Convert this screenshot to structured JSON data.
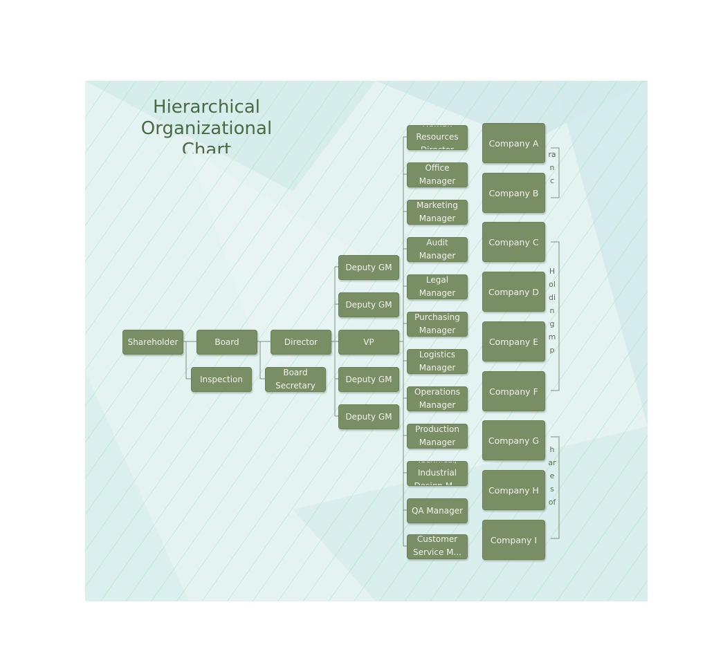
{
  "title": [
    "Hierarchical",
    "Organizational",
    "Chart"
  ],
  "colors": {
    "node_fill": "#7a8e65",
    "node_text": "#f3f5ee",
    "connector": "#7f8f78",
    "background": "#e4f2f2",
    "hatch": "#9be6b4",
    "title": "#4a6a45"
  },
  "nodes": {
    "shareholder": "Shareholder",
    "board": "Board",
    "inspection": "Inspection",
    "director": "Director",
    "board_secretary": "Board Secretary",
    "deputy_gm_1": "Deputy GM",
    "deputy_gm_2": "Deputy GM",
    "vp": "VP",
    "deputy_gm_3": "Deputy GM",
    "deputy_gm_4": "Deputy GM"
  },
  "managers": [
    "Human Resources Director",
    "Office Manager",
    "Marketing Manager",
    "Audit Manager",
    "Legal Manager",
    "Purchasing Manager",
    "Logistics Manager",
    "Operations Manager",
    "Production Manager",
    "Technical/ Industrial Design M...",
    "QA Manager",
    "Customer Service M..."
  ],
  "companies": [
    "Company A",
    "Company B",
    "Company C",
    "Company D",
    "Company E",
    "Company F",
    "Company G",
    "Company H",
    "Company I"
  ],
  "groups": [
    "ranc",
    "Holdingmp",
    "hares of"
  ]
}
